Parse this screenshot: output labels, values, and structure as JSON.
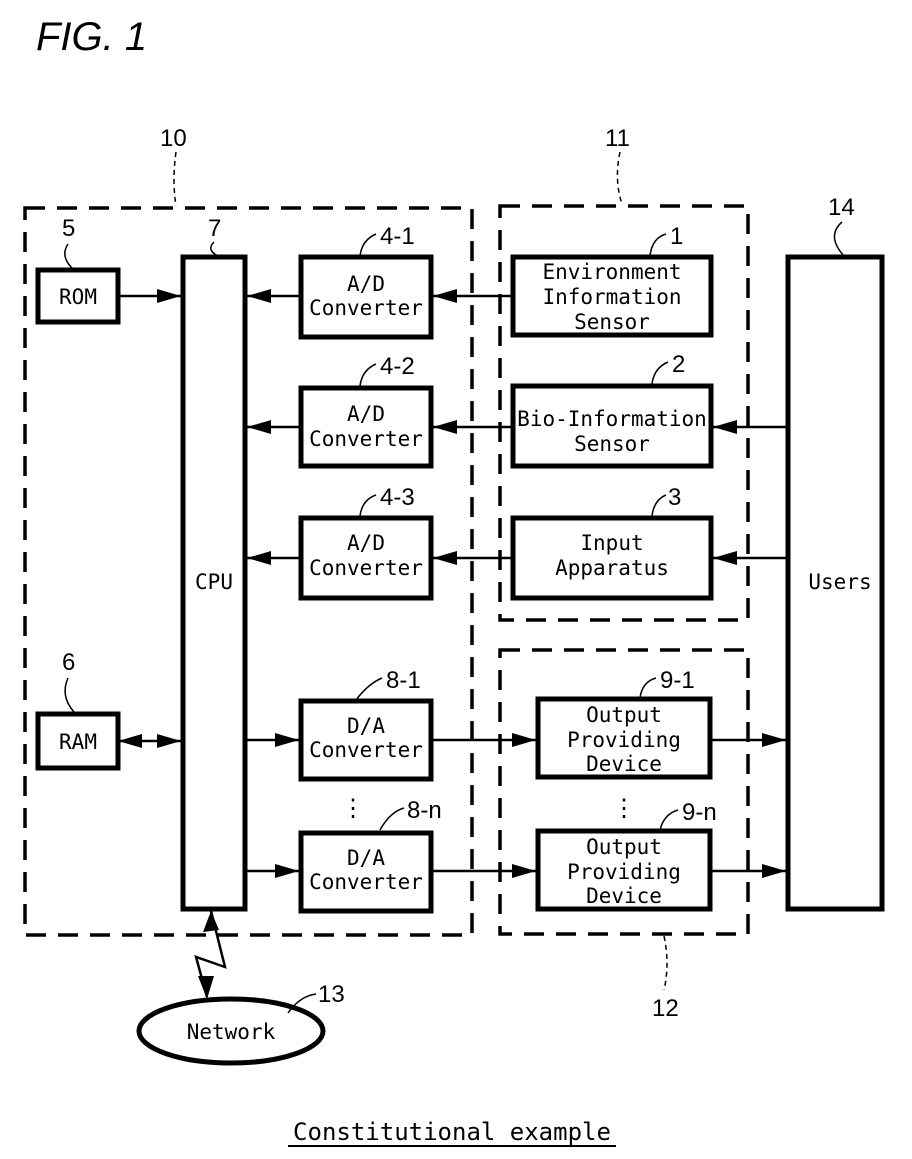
{
  "figure": {
    "title": "FIG. 1",
    "caption": "Constitutional example"
  },
  "groups": {
    "controller": {
      "ref": "10"
    },
    "inputs": {
      "ref": "11"
    },
    "outputs": {
      "ref": "12"
    }
  },
  "blocks": {
    "rom": {
      "ref": "5",
      "label": "ROM"
    },
    "ram": {
      "ref": "6",
      "label": "RAM"
    },
    "cpu": {
      "ref": "7",
      "label": "CPU"
    },
    "ad1": {
      "ref": "4-1",
      "line1": "A/D",
      "line2": "Converter"
    },
    "ad2": {
      "ref": "4-2",
      "line1": "A/D",
      "line2": "Converter"
    },
    "ad3": {
      "ref": "4-3",
      "line1": "A/D",
      "line2": "Converter"
    },
    "da1": {
      "ref": "8-1",
      "line1": "D/A",
      "line2": "Converter"
    },
    "dan": {
      "ref": "8-n",
      "line1": "D/A",
      "line2": "Converter"
    },
    "env_sensor": {
      "ref": "1",
      "line1": "Environment",
      "line2": "Information",
      "line3": "Sensor"
    },
    "bio_sensor": {
      "ref": "2",
      "line1": "Bio-Information",
      "line2": "Sensor"
    },
    "input_apparatus": {
      "ref": "3",
      "line1": "Input",
      "line2": "Apparatus"
    },
    "output1": {
      "ref": "9-1",
      "line1": "Output",
      "line2": "Providing",
      "line3": "Device"
    },
    "outputn": {
      "ref": "9-n",
      "line1": "Output",
      "line2": "Providing",
      "line3": "Device"
    },
    "users": {
      "ref": "14",
      "label": "Users"
    },
    "network": {
      "ref": "13",
      "label": "Network"
    }
  },
  "ellipsis": "⋮"
}
